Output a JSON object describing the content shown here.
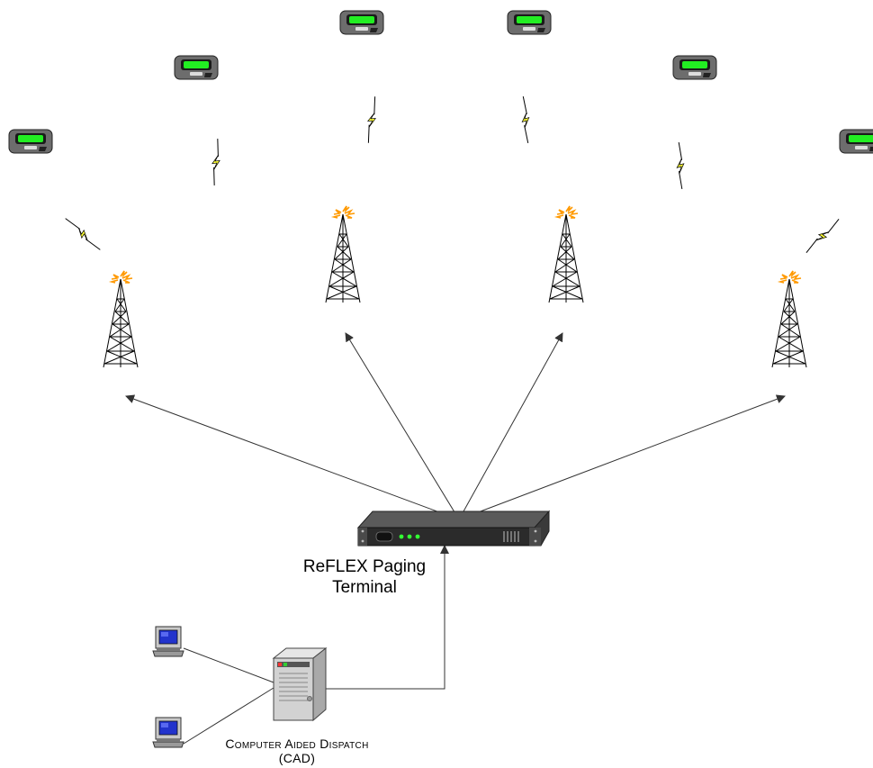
{
  "labels": {
    "terminal_line1": "ReFLEX Paging",
    "terminal_line2": "Terminal",
    "cad_line1": "Computer Aided Dispatch",
    "cad_line2": "(CAD)"
  },
  "icons": {
    "pager": "pager-icon",
    "tower": "radio-tower-icon",
    "signal": "lightning-signal-icon",
    "terminal": "paging-terminal-icon",
    "server": "server-icon",
    "workstation": "computer-icon"
  },
  "colors": {
    "pager_screen": "#22ee22",
    "pager_body": "#707070",
    "signal_bolt": "#ffff33",
    "tower_spark": "#ff9900",
    "workstation_screen": "#2233cc"
  }
}
